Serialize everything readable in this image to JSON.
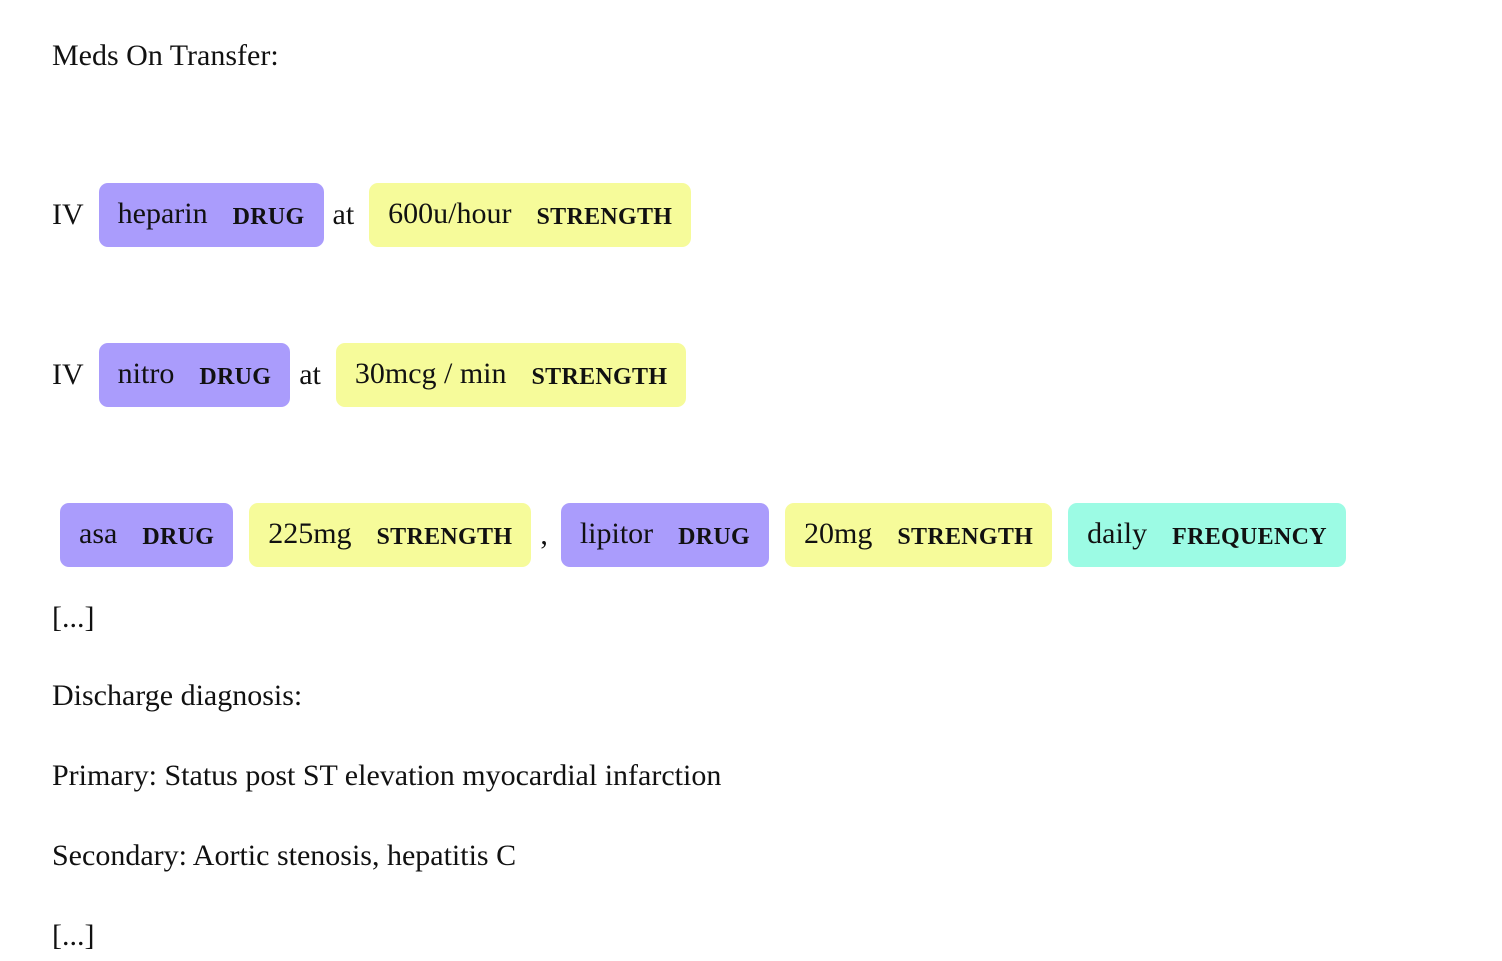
{
  "heading": "Meds On Transfer:",
  "colors": {
    "DRUG": "#aa9cfc",
    "STRENGTH": "#f6fb9a",
    "FREQUENCY": "#9cfbe4"
  },
  "rows": [
    {
      "prefix": "IV",
      "drug": {
        "text": "heparin",
        "label": "DRUG"
      },
      "joiner": "at",
      "strength": {
        "text": "600u/hour",
        "label": "STRENGTH"
      }
    },
    {
      "prefix": "IV",
      "drug": {
        "text": "nitro",
        "label": "DRUG"
      },
      "joiner": "at",
      "strength": {
        "text": "30mcg / min",
        "label": "STRENGTH"
      }
    }
  ],
  "row3": {
    "asa": {
      "text": "asa",
      "label": "DRUG"
    },
    "asa_strength": {
      "text": "225mg",
      "label": "STRENGTH"
    },
    "comma": ",",
    "lipitor": {
      "text": "lipitor",
      "label": "DRUG"
    },
    "lipitor_strength": {
      "text": "20mg",
      "label": "STRENGTH"
    },
    "frequency": {
      "text": "daily",
      "label": "FREQUENCY"
    }
  },
  "ellipsis_1": "[...]",
  "discharge_heading": "Discharge diagnosis:",
  "primary": "Primary: Status post ST elevation myocardial infarction",
  "secondary": "Secondary: Aortic stenosis, hepatitis C",
  "ellipsis_2": "[...]"
}
